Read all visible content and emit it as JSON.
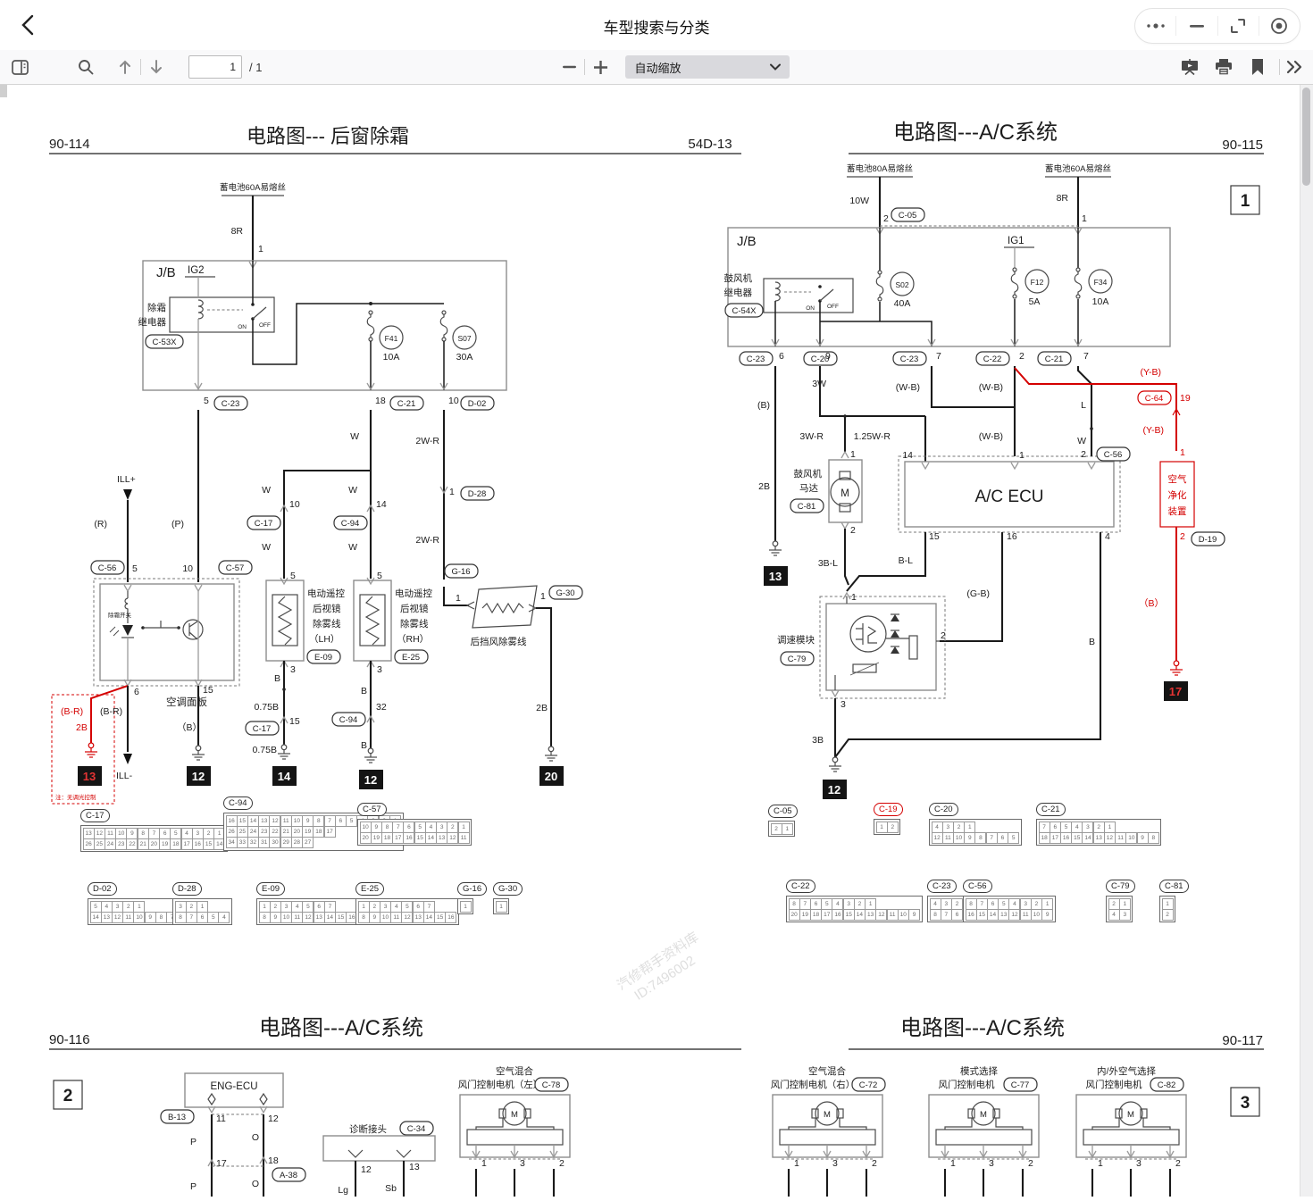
{
  "app": {
    "title": "车型搜索与分类"
  },
  "toolbar": {
    "page": "1",
    "of": "/ 1",
    "zoom": "自动缩放"
  },
  "hdr": {
    "n114": "90-114",
    "t114": "电路图--- 后窗除霜",
    "code": "54D-13",
    "t115": "电路图---A/C系统",
    "n115": "90-115",
    "m1": "1",
    "n116": "90-116",
    "t116": "电路图---A/C系统",
    "m2": "2",
    "t117": "电路图---A/C系统",
    "n117": "90-117",
    "m3": "3"
  },
  "L": {
    "bat": "蓄电池60A易熔丝",
    "w8r": "8R",
    "p1": "1",
    "jb": "J/B",
    "ig2": "IG2",
    "rly1": "除霜",
    "rly2": "继电器",
    "c53x": "C-53X",
    "on": "ON",
    "off": "OFF",
    "f41": "F41",
    "f41a": "10A",
    "s07": "S07",
    "s07a": "30A",
    "p5": "5",
    "c23": "C-23",
    "p18": "18",
    "c21": "C-21",
    "p10": "10",
    "d02": "D-02",
    "illp": "ILL+",
    "r": "(R)",
    "p": "(P)",
    "c56": "C-56",
    "c57": "C-57",
    "w": "W",
    "wr": "2W-R",
    "c17": "C-17",
    "p14": "14",
    "c94": "C-94",
    "p1b": "1",
    "d28": "D-28",
    "g16": "G-16",
    "sw": "除霜开关",
    "panel": "空调面板",
    "p6": "6",
    "p15": "15",
    "br": "(B-R)",
    "b2": "2B",
    "g13": "13",
    "note": "注：无调光控制",
    "illm": "ILL-",
    "b": "（B）",
    "g12": "12",
    "m1": "电动遥控",
    "m2": "后视镜",
    "m3": "除雾线",
    "lh": "（LH）",
    "rh": "（RH）",
    "e09": "E-09",
    "e25": "E-25",
    "p3": "3",
    "bw": "B",
    "b075": "0.75B",
    "p32": "32",
    "g14": "14",
    "g30": "G-30",
    "rear": "后挡风除雾线",
    "g20": "20"
  },
  "R": {
    "bat80": "蓄电池80A易熔丝",
    "bat60": "蓄电池60A易熔丝",
    "w10": "10W",
    "p2": "2",
    "c05": "C-05",
    "w8r": "8R",
    "p1": "1",
    "jb": "J/B",
    "ig1": "IG1",
    "rly1": "鼓风机",
    "rly2": "继电器",
    "c54x": "C-54X",
    "on": "ON",
    "off": "OFF",
    "s02": "S02",
    "s02a": "40A",
    "f12": "F12",
    "f12a": "5A",
    "f34": "F34",
    "f34a": "10A",
    "c23": "C-23",
    "p6": "6",
    "c20": "C-20",
    "p9": "9",
    "p7": "7",
    "c22": "C-22",
    "c21": "C-21",
    "yb": "(Y-B)",
    "c64": "C-64",
    "p19": "19",
    "pur1": "空气",
    "pur2": "净化",
    "pur3": "装置",
    "d19": "D-19",
    "bred": "（B）",
    "g17": "17",
    "b": "(B)",
    "b2": "2B",
    "g13": "13",
    "w3": "3W",
    "w3r": "3W-R",
    "w125": "1.25W-R",
    "wb": "(W-B)",
    "l": "L",
    "w": "W",
    "c56": "C-56",
    "mot1": "鼓风机",
    "mot2": "马达",
    "c81": "C-81",
    "m": "M",
    "p14": "14",
    "ecu": "A/C  ECU",
    "p15": "15",
    "p16": "16",
    "p4": "4",
    "b3l": "3B-L",
    "bl": "B-L",
    "gb": "(G-B)",
    "bw": "B",
    "mod": "调速模块",
    "c79": "C-79",
    "p3": "3",
    "b3": "3B",
    "g12": "12"
  },
  "B": {
    "eng": "ENG-ECU",
    "b13": "B-13",
    "p11": "11",
    "p12": "12",
    "pw": "P",
    "ow": "O",
    "p17": "17",
    "p18": "18",
    "a38": "A-38",
    "diag": "诊断接头",
    "c34": "C-34",
    "p12b": "12",
    "p13": "13",
    "lg": "Lg",
    "sb": "Sb",
    "mixL1": "空气混合",
    "mixL2": "风门控制电机（左）",
    "c78": "C-78",
    "mixR1": "空气混合",
    "mixR2": "风门控制电机（右）",
    "c72": "C-72",
    "mode1": "模式选择",
    "mode2": "风门控制电机",
    "c77": "C-77",
    "rec1": "内/外空气选择",
    "rec2": "风门控制电机",
    "c82": "C-82",
    "m": "M",
    "p1": "1",
    "p3": "3",
    "p2": "2"
  },
  "wm": {
    "l1": "汽修帮手资料库",
    "l2": "ID:7496002"
  },
  "conn_l": [
    {
      "id": "C-17",
      "rows": [
        "13 12 11 10 9 8 7 6 5 4 3 2 1",
        "26 25 24 23 22 21 20 19 18 17 16 15 14"
      ]
    },
    {
      "id": "C-94",
      "rows": [
        "16 15 14 13 12 11 10 9 8 7 6 5 4 3 2 1",
        "26 25 24 23 22 21 20 19 18 17",
        "34 33 32 31 30 29 28 27"
      ]
    },
    {
      "id": "C-57",
      "rows": [
        "10 9 8 7 6 5 4 3 2 1",
        "20 19 18 17 16 15 14 13 12 11"
      ]
    },
    {
      "id": "D-02",
      "rows": [
        "5 4 3 2 1",
        "14 13 12 11 10 9 8 7 6"
      ]
    },
    {
      "id": "D-28",
      "rows": [
        "3 2 1",
        "8 7 6 5 4"
      ]
    },
    {
      "id": "E-09",
      "rows": [
        "1 2 3 4 5 6 7",
        "8 9 10 11 12 13 14 15 16"
      ]
    },
    {
      "id": "E-25",
      "rows": [
        "1 2 3 4 5 6 7",
        "8 9 10 11 12 13 14 15 16"
      ]
    },
    {
      "id": "G-16",
      "rows": [
        "1"
      ]
    },
    {
      "id": "G-30",
      "rows": [
        "1"
      ]
    }
  ],
  "conn_r": [
    {
      "id": "C-05",
      "rows": [
        "2 1"
      ]
    },
    {
      "id": "C-19",
      "rows": [
        "1 2"
      ]
    },
    {
      "id": "C-20",
      "rows": [
        "4 3 2 1",
        "12 11 10 9 8 7 6 5"
      ]
    },
    {
      "id": "C-21",
      "rows": [
        "7 6 5 4 3 2 1",
        "18 17 16 15 14 13 12 11 10 9 8"
      ]
    },
    {
      "id": "C-22",
      "rows": [
        "8 7 6 5 4 3 2 1",
        "20 19 18 17 16 15 14 13 12 11 10 9"
      ]
    },
    {
      "id": "C-23",
      "rows": [
        "4 3 2 1",
        "8 7 6 5"
      ]
    },
    {
      "id": "C-56",
      "rows": [
        "8 7 6 5 4 3 2 1",
        "16 15 14 13 12 11 10 9"
      ]
    },
    {
      "id": "C-79",
      "rows": [
        "2 1",
        "4 3"
      ]
    },
    {
      "id": "C-81",
      "rows": [
        "1",
        "2"
      ]
    }
  ]
}
